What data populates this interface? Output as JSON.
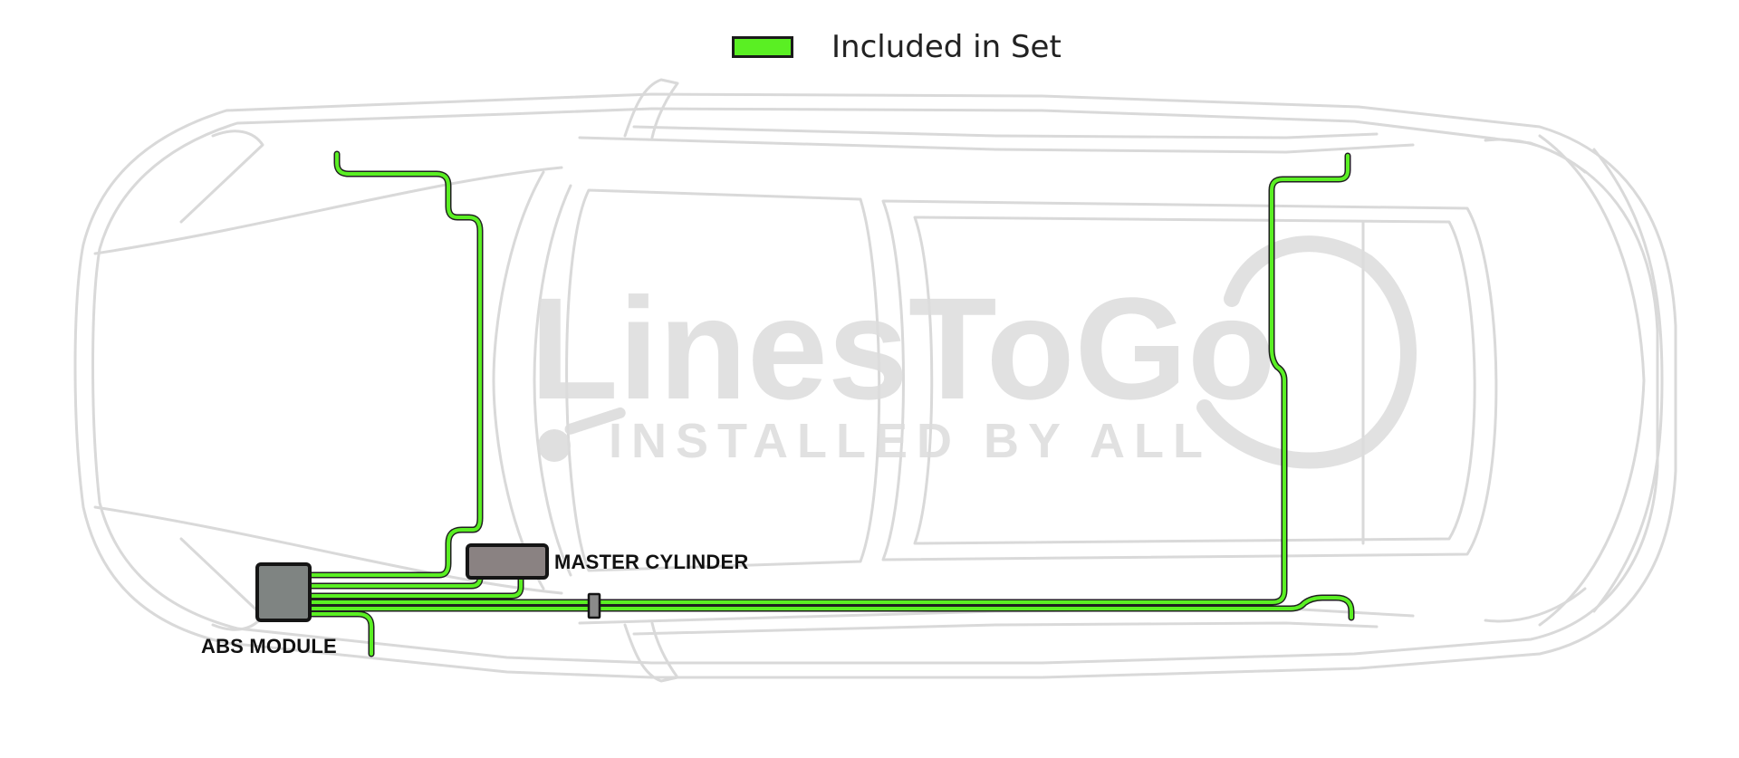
{
  "legend": {
    "label": "Included in Set",
    "swatch_color": "#5aef23"
  },
  "labels": {
    "master_cylinder": "MASTER CYLINDER",
    "abs_module": "ABS MODULE"
  },
  "watermark": {
    "brand": "LinesToGo",
    "tagline": "INSTALLED BY ALL"
  },
  "colors": {
    "line_fill": "#5aef23",
    "line_outline": "#1f1f1f",
    "car_outline": "#d9d9d9",
    "component_fill": "#7a7a7a",
    "watermark": "#dcdcdc"
  }
}
